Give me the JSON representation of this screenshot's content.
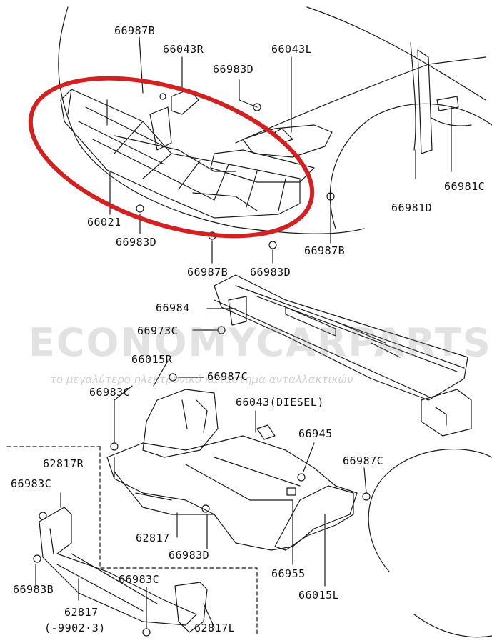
{
  "labels": {
    "p66987B_a": "66987B",
    "p66043R": "66043R",
    "p66043L": "66043L",
    "p66983D_a": "66983D",
    "p66981C": "66981C",
    "p66981D": "66981D",
    "p66021": "66021",
    "p66983D_b": "66983D",
    "p66987B_b": "66987B",
    "p66987B_c": "66987B",
    "p66983D_c": "66983D",
    "p66984": "66984",
    "p66973C": "66973C",
    "p66015R": "66015R",
    "p66987C_a": "66987C",
    "p66983C_a": "66983C",
    "p66043D": "66043(DIESEL)",
    "p66945": "66945",
    "p62817R": "62817R",
    "p66987C_b": "66987C",
    "p66983C_b": "66983C",
    "p62817_a": "62817",
    "p66983D_d": "66983D",
    "p66955": "66955",
    "p66015L": "66015L",
    "p66983B": "66983B",
    "p66983C_c": "66983C",
    "p62817_b": "62817",
    "p9902": "(-9902·3)",
    "p62817L": "62817L"
  },
  "watermark": {
    "title": "ECONOMYCARPARTS.GR",
    "subtitle": "το μεγαλύτερο ηλεκτρονικό κατάστημα ανταλλακτικών"
  },
  "highlight_color": "#d42020"
}
